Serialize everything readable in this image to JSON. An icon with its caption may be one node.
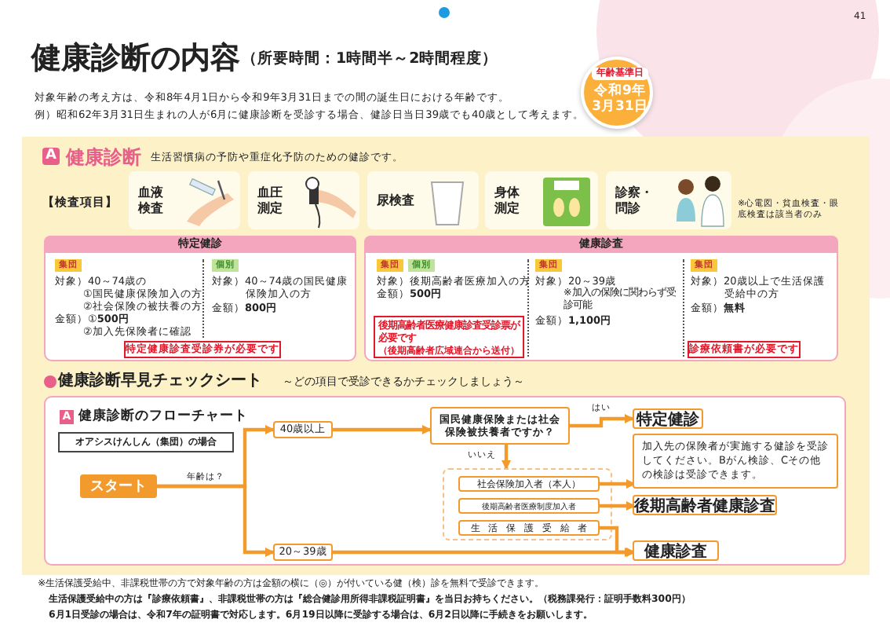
{
  "diagram": {
    "title": "健康診断の内容",
    "nodes": [
      {
        "text": [
          "年齢基準日",
          "令和9年3月31日"
        ]
      },
      {
        "text": [
          "A",
          "健康診断",
          "生活習慣病の予防や重症化予防のための健診です。"
        ]
      },
      {
        "text": [
          "血液検査"
        ],
        "in": 1
      },
      {
        "text": [
          "血圧測定"
        ],
        "in": 1
      },
      {
        "text": [
          "尿検査"
        ],
        "in": 1
      },
      {
        "text": [
          "身体測定"
        ],
        "in": 1
      },
      {
        "text": [
          "診察・問診"
        ],
        "in": 1
      },
      {
        "text": [
          "特定健診",
          "集団",
          "対象）40～74歳の",
          "①国民健康保険加入の方",
          "②社会保険の被扶養の方",
          "金額）①**500円**",
          "②加入先保険者に確認",
          "個別",
          "対象）40～74歳の国民健康保険加入の方",
          "金額）**800円**"
        ],
        "in": 1
      },
      {
        "text": [
          "特定健康診査受診券が必要です"
        ],
        "in": 7
      },
      {
        "text": [
          "健康診査",
          "集団",
          "個別",
          "対象）後期高齢者医療加入の方",
          "金額）**500円**",
          "集団",
          "対象）20～39歳",
          "※加入の保険に関わらず受診可能",
          "金額）**1,100円**",
          "集団",
          "対象）20歳以上で生活保護受給中の方",
          "金額）**無料**"
        ],
        "in": 1
      },
      {
        "text": [
          "後期高齢者医療健康診査受診票が必要です",
          "（後期高齢者広域連合から送付）"
        ],
        "in": 9
      },
      {
        "text": [
          "診療依頼書が必要です"
        ],
        "in": 9
      },
      {
        "text": [
          "A",
          "健康診断のフローチャート"
        ],
        "in": 1
      },
      {
        "text": [
          "オアシスけんしん（集団）の場合"
        ],
        "in": 12
      },
      {
        "text": [
          "スタート"
        ],
        "in": 12
      },
      {
        "text": [
          "40歳以上"
        ],
        "in": 12
      },
      {
        "text": [
          "20～39歳"
        ],
        "in": 12
      },
      {
        "text": [
          "国民健康保険または社会保険被扶養者ですか？"
        ],
        "in": 12
      },
      {
        "text": [],
        "shape": "box",
        "in": 12
      },
      {
        "text": [
          "社会保険加入者（本人）"
        ],
        "in": 18
      },
      {
        "text": [
          "後期高齢者医療制度加入者"
        ],
        "in": 18
      },
      {
        "text": [
          "生活保護受給者"
        ],
        "in": 18
      },
      {
        "text": [
          "特定健診"
        ],
        "in": 12
      },
      {
        "text": [
          "加入先の保険者が実施する健診を受診してください。Bがん検診、Cその他の検診は受診できます。"
        ],
        "in": 12
      },
      {
        "text": [
          "後期高齢者健康診査"
        ],
        "in": 12
      },
      {
        "text": [
          "健康診査"
        ],
        "in": 12
      }
    ],
    "edges": [
      {
        "from": 14,
        "to": 15,
        "arrow": "to",
        "label": "年齢は？"
      },
      {
        "from": 14,
        "to": 16,
        "arrow": "to"
      },
      {
        "from": 15,
        "to": 17,
        "arrow": "to"
      },
      {
        "from": 17,
        "to": 22,
        "arrow": "to",
        "label": "はい"
      },
      {
        "from": 17,
        "to": 18,
        "arrow": "to",
        "label": "いいえ"
      },
      {
        "from": 19,
        "to": 23,
        "arrow": "to"
      },
      {
        "from": 20,
        "to": 24,
        "arrow": "to"
      },
      {
        "from": 21,
        "to": 25,
        "arrow": "to"
      },
      {
        "from": 16,
        "to": 25,
        "arrow": "to"
      }
    ],
    "labels": [
      "41",
      "（所要時間：1時間半～2時間程度）",
      "対象年齢の考え方は、令和8年4月1日から令和9年3月31日までの間の誕生日における年齢です。",
      "例）昭和62年3月31日生まれの人が6月に健康診断を受診する場合、健診日当日39歳でも40歳として考えます。",
      "【検査項目】",
      "※心電図・貧血検査・眼底検査は該当者のみ",
      "健康診断早見チェックシート",
      "～どの項目で受診できるかチェックしましょう～",
      "※生活保護受給中、非課税世帯の方で対象年齢の方は金額の横に（◎）が付いている健（検）診を無料で受診できます。",
      "生活保護受給中の方は『診療依頼書』、非課税世帯の方は『総合健診用所得非課税証明書』を当日お持ちください。（税務課発行：証明手数料300円）",
      "6月1日受診の場合は、令和7年の証明書で対応します。6月19日以降に受診する場合は、6月2日以降に手続きをお願いします。"
    ]
  }
}
